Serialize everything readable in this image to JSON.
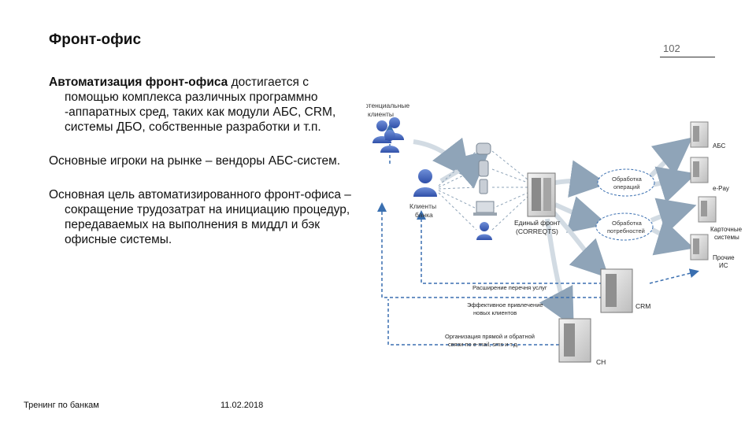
{
  "slide": {
    "title": "Фронт-офис",
    "page_number": "102",
    "footer_left": "Тренинг по банкам",
    "footer_date": "11.02.2018"
  },
  "bullets": [
    {
      "bold": "Автоматизация фронт-офиса",
      "text": " достигается с помощью комплекса различных программно -аппаратных сред, таких как модули АБС, CRM, системы ДБО, собственные разработки и т.п."
    },
    {
      "bold": "",
      "text": "Основные игроки на рынке – вендоры АБС-систем."
    },
    {
      "bold": "",
      "text": "Основная цель автоматизированного фронт-офиса – сокращение трудозатрат на инициацию процедур, передаваемых на выполнения в миддл и бэк офисные системы."
    }
  ],
  "diagram": {
    "potential_clients": [
      "Потенциальные",
      "клиенты"
    ],
    "bank_clients": [
      "Клиенты",
      "банка"
    ],
    "front": [
      "Единый фронт",
      "(CORREQTS)"
    ],
    "cloud_ops": [
      "Обработка",
      "операций"
    ],
    "cloud_needs": [
      "Обработка",
      "потребностей"
    ],
    "servers": {
      "abs": "АБС",
      "epay": "e-Pay",
      "cards": [
        "Карточные",
        "системы"
      ],
      "other": [
        "Прочие",
        "ИС"
      ]
    },
    "crm": "CRM",
    "ch": "CH",
    "arrow_labels": {
      "expand": "Расширение перечня услуг",
      "attract": [
        "Эффективное привлечение",
        "новых клиентов"
      ],
      "feedback": [
        "Организация прямой и обратной",
        "связи по e-mail, sms и т.д."
      ]
    }
  }
}
